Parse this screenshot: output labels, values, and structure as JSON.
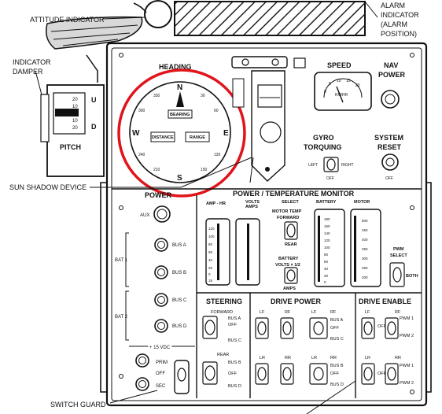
{
  "callouts": {
    "attitude": "ATTITUDE INDICATOR",
    "alarm_l1": "ALARM",
    "alarm_l2": "INDICATOR",
    "alarm_l3": "(ALARM",
    "alarm_l4": "POSITION)",
    "damper_l1": "INDICATOR",
    "damper_l2": "DAMPER",
    "sun_shadow": "SUN SHADOW DEVICE",
    "switch_guard": "SWITCH GUARD"
  },
  "pitch": {
    "label": "PITCH",
    "u": "U",
    "d": "D",
    "ticks": [
      "20",
      "10",
      "0",
      "10",
      "20"
    ]
  },
  "heading": {
    "label": "HEADING",
    "cardinals": {
      "n": "N",
      "s": "S",
      "w": "W",
      "e": "E"
    },
    "degrees": [
      "330",
      "300",
      "30",
      "60",
      "120",
      "150",
      "210",
      "240"
    ],
    "bearing": "BEARING",
    "distance": "DISTANCE",
    "range": "RANGE",
    "highlight_color": "#e0141b"
  },
  "speed": {
    "label": "SPEED",
    "units": "KM/HR",
    "scale": [
      "0",
      "5",
      "10",
      "15",
      "20"
    ]
  },
  "nav_power": {
    "l1": "NAV",
    "l2": "POWER"
  },
  "gyro": {
    "l1": "GYRO",
    "l2": "TORQUING",
    "left": "LEFT",
    "right": "RIGHT",
    "off": "OFF"
  },
  "system_reset": {
    "l1": "SYSTEM",
    "l2": "RESET",
    "off": "OFF"
  },
  "power": {
    "title": "POWER",
    "aux": "AUX",
    "bat1": "BAT 1",
    "bat2": "BAT 2",
    "buses": [
      "BUS A",
      "BUS B",
      "BUS C",
      "BUS D"
    ],
    "voltage": "+ 15 VDC",
    "prim": "PRIM",
    "sec": "SEC",
    "off": "OFF"
  },
  "ptm": {
    "title": "POWER / TEMPERATURE MONITOR",
    "amp_hr": "AMP - HR",
    "volts": "VOLTS",
    "amps": "AMPS",
    "select": "SELECT",
    "motor_temp": "MOTOR TEMP",
    "forward": "FORWARD",
    "rear": "REAR",
    "battery_volts": "BATTERY",
    "volts_x": "VOLTS × 1/2",
    "battery": "BATTERY",
    "motor": "MOTOR",
    "amp_ticks": [
      "120",
      "100",
      "80",
      "60",
      "40",
      "20",
      "0",
      "15"
    ],
    "battery_ticks": [
      "180",
      "160",
      "140",
      "120",
      "100",
      "80",
      "60",
      "40",
      "20",
      "0"
    ],
    "motor_ticks": [
      "500",
      "450",
      "400",
      "350",
      "300",
      "250",
      "200"
    ]
  },
  "pwm": {
    "l1": "PWM",
    "l2": "SELECT",
    "both": "BOTH"
  },
  "steering": {
    "title": "STEERING",
    "forward": "FORWARD",
    "rear": "REAR",
    "bus_a": "BUS A",
    "bus_b": "BUS B",
    "bus_c": "BUS C",
    "bus_d": "BUS D",
    "off": "OFF"
  },
  "drive_power": {
    "title": "DRIVE POWER",
    "lf": "LF",
    "rf": "RF",
    "lr": "LR",
    "rr": "RR",
    "bus_a": "BUS A",
    "bus_b": "BUS B",
    "bus_c": "BUS C",
    "bus_d": "BUS D",
    "off": "OFF"
  },
  "drive_enable": {
    "title": "DRIVE ENABLE",
    "lf": "LF",
    "rf": "RF",
    "lr": "LR",
    "rr": "RR",
    "pwm1": "PWM 1",
    "pwm2": "PWM 2",
    "off": "OFF"
  }
}
